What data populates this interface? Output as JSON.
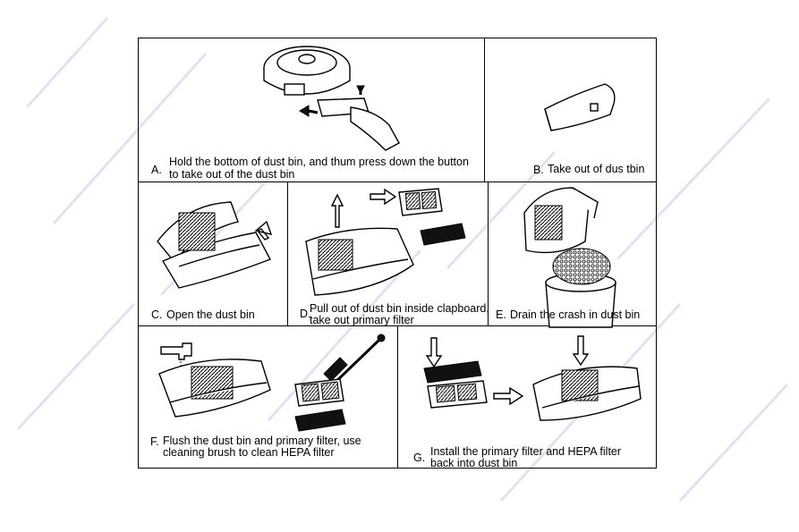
{
  "panels": {
    "A": {
      "letter": "A.",
      "line1": "Hold the bottom of dust bin, and thum press down the button",
      "line2": "to take out of the dust bin"
    },
    "B": {
      "letter": "B.",
      "text": "Take out of dus tbin"
    },
    "C": {
      "letter": "C.",
      "text": "Open the dust bin"
    },
    "D": {
      "letter": "D.",
      "line1": "Pull out of dust bin inside clapboard,",
      "line2": "take out primary filter"
    },
    "E": {
      "letter": "E.",
      "text": "Drain the crash in dust bin"
    },
    "F": {
      "letter": "F.",
      "line1": "Flush the dust bin and primary filter,  use",
      "line2": "cleaning brush to clean HEPA filter"
    },
    "G": {
      "letter": "G.",
      "line1": "Install the primary filter and HEPA filter",
      "line2": "back into dust bin"
    }
  },
  "colors": {
    "line": "#000000",
    "background": "#ffffff",
    "watermark": "#c9c9ee"
  }
}
